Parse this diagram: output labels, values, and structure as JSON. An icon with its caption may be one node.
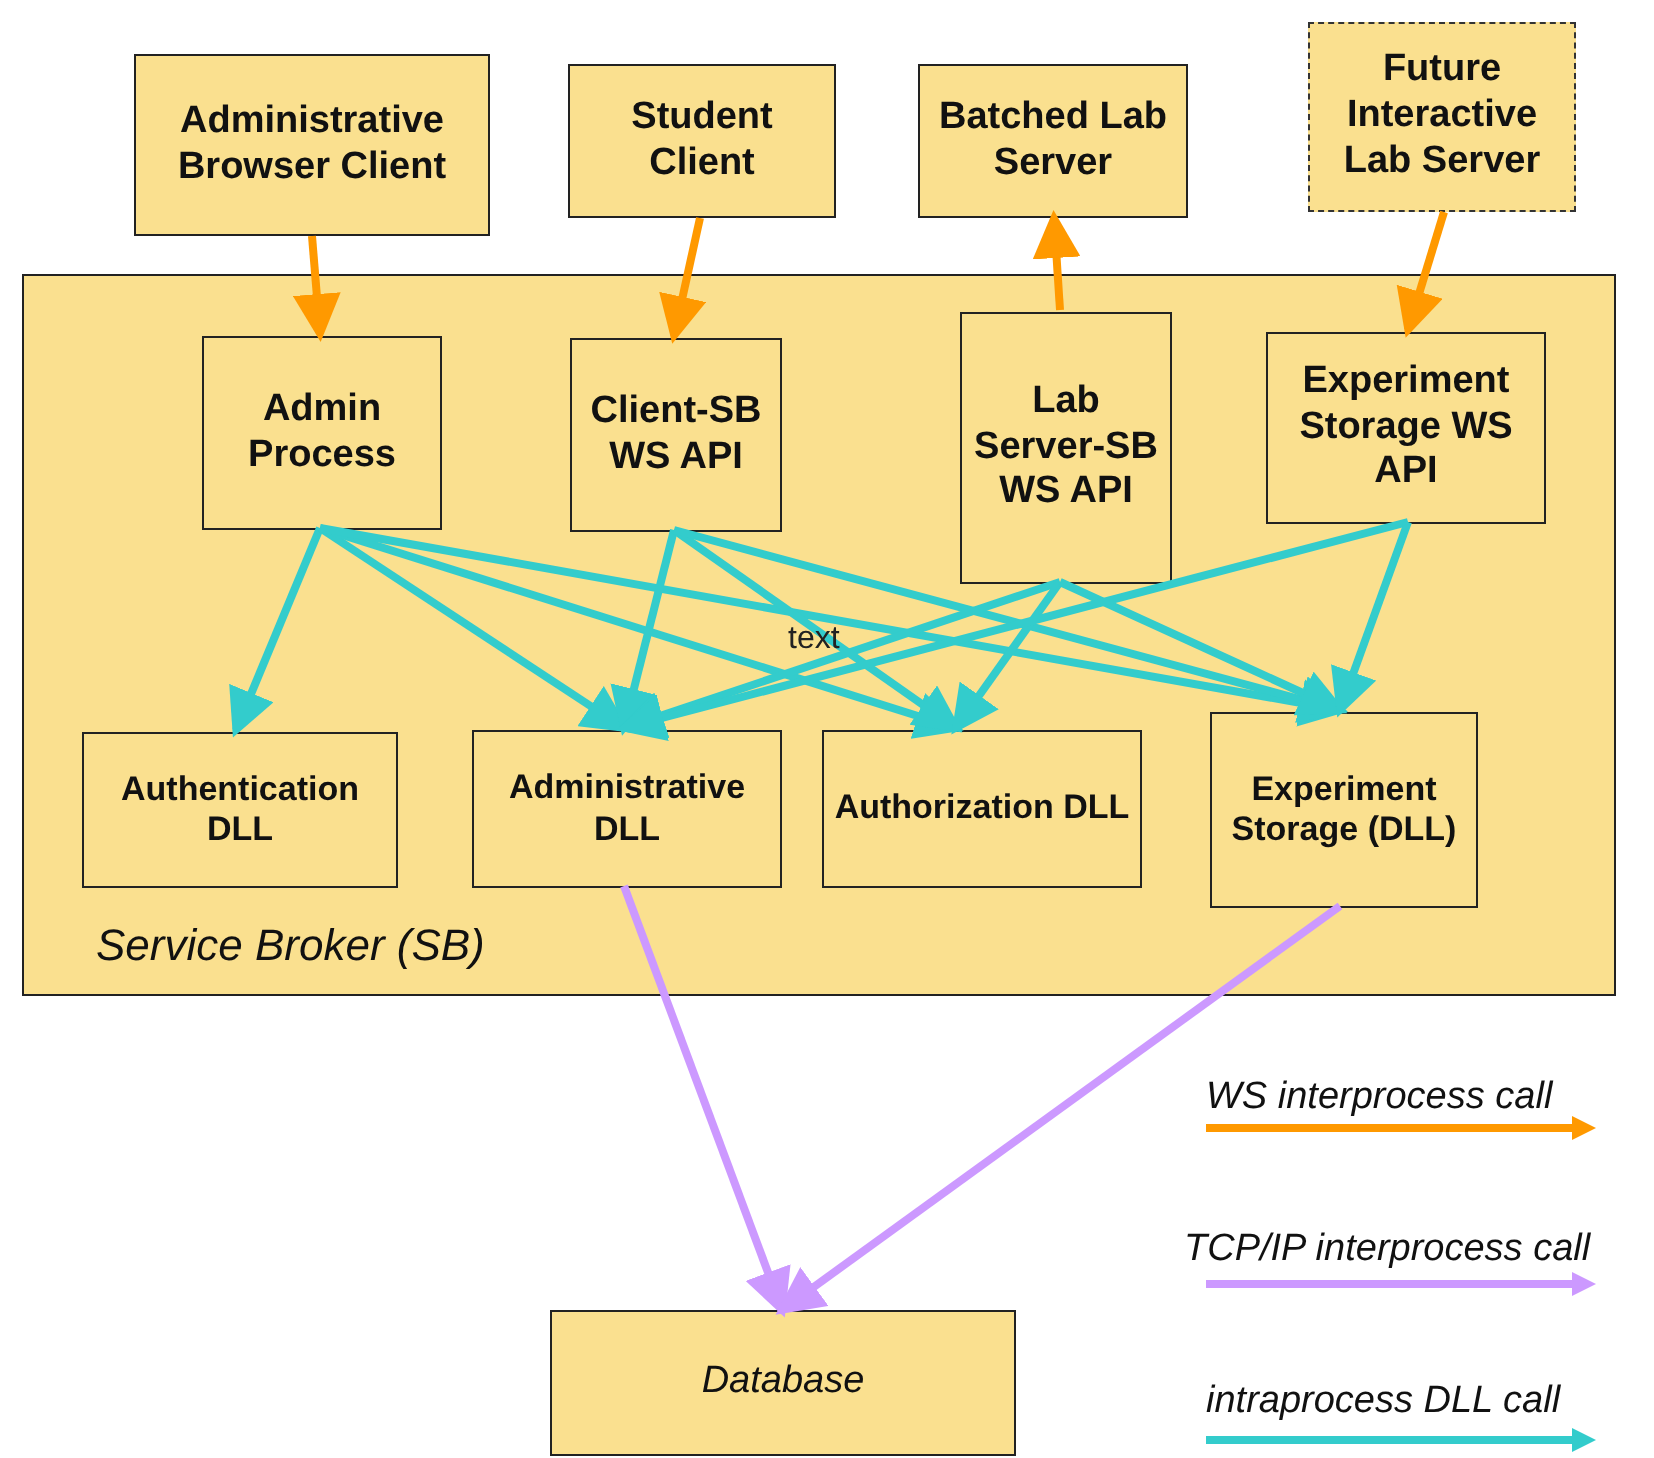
{
  "diagram": {
    "nodes": [
      {
        "text": [
          "Administrative Browser Client"
        ]
      },
      {
        "text": [
          "Student Client"
        ]
      },
      {
        "text": [
          "Batched Lab Server"
        ]
      },
      {
        "text": [
          "Future Interactive Lab Server"
        ]
      },
      {
        "text": [
          "Service Broker (SB)"
        ]
      },
      {
        "text": [
          "Admin Process"
        ],
        "in": 4
      },
      {
        "text": [
          "Client-SB WS API"
        ],
        "in": 4
      },
      {
        "text": [
          "Lab Server-SB WS API"
        ],
        "in": 4
      },
      {
        "text": [
          "Experiment Storage WS API"
        ],
        "in": 4
      },
      {
        "text": [
          "Authentication DLL"
        ],
        "in": 4
      },
      {
        "text": [
          "Administrative DLL"
        ],
        "in": 4
      },
      {
        "text": [
          "Authorization DLL"
        ],
        "in": 4
      },
      {
        "text": [
          "Experiment Storage (DLL)"
        ],
        "in": 4
      },
      {
        "text": [
          "Database"
        ]
      }
    ],
    "edges": [
      {
        "from": 0,
        "to": 5,
        "arrow": "to",
        "color": "#ff9900"
      },
      {
        "from": 1,
        "to": 6,
        "arrow": "to",
        "color": "#ff9900"
      },
      {
        "from": 7,
        "to": 2,
        "arrow": "to",
        "color": "#ff9900"
      },
      {
        "from": 3,
        "to": 8,
        "arrow": "to",
        "color": "#ff9900"
      },
      {
        "from": 5,
        "to": 9,
        "arrow": "to"
      },
      {
        "from": 5,
        "to": 10,
        "arrow": "to"
      },
      {
        "from": 5,
        "to": 11,
        "arrow": "to"
      },
      {
        "from": 5,
        "to": 12,
        "arrow": "to"
      },
      {
        "from": 6,
        "to": 10,
        "arrow": "to"
      },
      {
        "from": 6,
        "to": 11,
        "arrow": "to"
      },
      {
        "from": 6,
        "to": 12,
        "arrow": "to"
      },
      {
        "from": 7,
        "to": 10,
        "arrow": "to"
      },
      {
        "from": 7,
        "to": 11,
        "arrow": "to"
      },
      {
        "from": 7,
        "to": 12,
        "arrow": "to"
      },
      {
        "from": 8,
        "to": 10,
        "arrow": "to"
      },
      {
        "from": 8,
        "to": 12,
        "arrow": "to"
      },
      {
        "from": 10,
        "to": 13,
        "arrow": "to",
        "color": "#cc99ff"
      },
      {
        "from": 12,
        "to": 13,
        "arrow": "to",
        "color": "#cc99ff"
      }
    ],
    "labels": [
      "text"
    ],
    "legend": [
      {
        "text": "WS interprocess call"
      },
      {
        "text": "TCP/IP interprocess call"
      },
      {
        "text": "intraprocess DLL call"
      }
    ]
  }
}
